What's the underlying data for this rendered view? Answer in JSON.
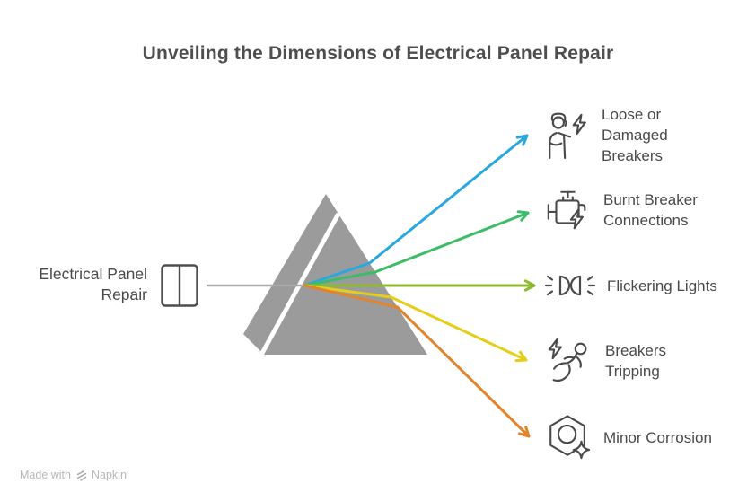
{
  "title": "Unveiling the Dimensions of Electrical Panel Repair",
  "source": {
    "label": "Electrical Panel Repair",
    "icon": "electrical-panel-icon"
  },
  "items": [
    {
      "label": "Loose or Damaged Breakers",
      "icon": "person-with-lightning-icon",
      "arrow_color": "#29a7df"
    },
    {
      "label": "Burnt Breaker Connections",
      "icon": "engine-lightning-icon",
      "arrow_color": "#3dbc68"
    },
    {
      "label": "Flickering Lights",
      "icon": "flickering-headlights-icon",
      "arrow_color": "#8eb931"
    },
    {
      "label": "Breakers Tripping",
      "icon": "person-tripping-lightning-icon",
      "arrow_color": "#e5ce19"
    },
    {
      "label": "Minor Corrosion",
      "icon": "hexagon-sparkle-icon",
      "arrow_color": "#e0852d"
    }
  ],
  "prism": {
    "fill": "#9b9b9b",
    "connector_color": "#a9a9a9"
  },
  "colors": {
    "title_text": "#4e4e4e",
    "label_text": "#4a4a4a",
    "watermark_text": "#b7b7b7"
  },
  "watermark": {
    "prefix": "Made with",
    "brand": "Napkin",
    "icon": "napkin-logo-icon"
  }
}
